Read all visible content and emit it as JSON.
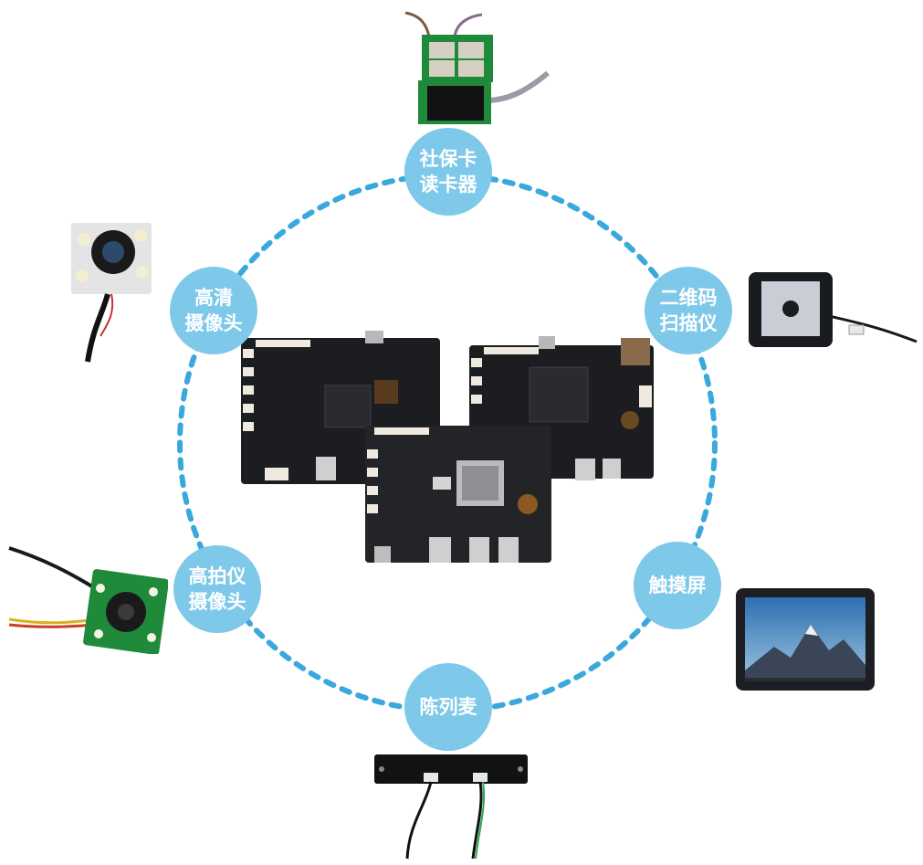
{
  "nodes": {
    "top": {
      "line1": "社保卡",
      "line2": "读卡器"
    },
    "upper_left": {
      "line1": "高清",
      "line2": "摄像头"
    },
    "upper_right": {
      "line1": "二维码",
      "line2": "扫描仪"
    },
    "lower_left": {
      "line1": "高拍仪",
      "line2": "摄像头"
    },
    "lower_right": {
      "line1": "触摸屏",
      "line2": ""
    },
    "bottom": {
      "line1": "陈列麦",
      "line2": ""
    }
  },
  "colors": {
    "node_fill": "#7ec8ea",
    "ring_dash": "#3aa8dc",
    "pcb": "#1c1d20",
    "pcb_green": "#1f8a3a"
  }
}
